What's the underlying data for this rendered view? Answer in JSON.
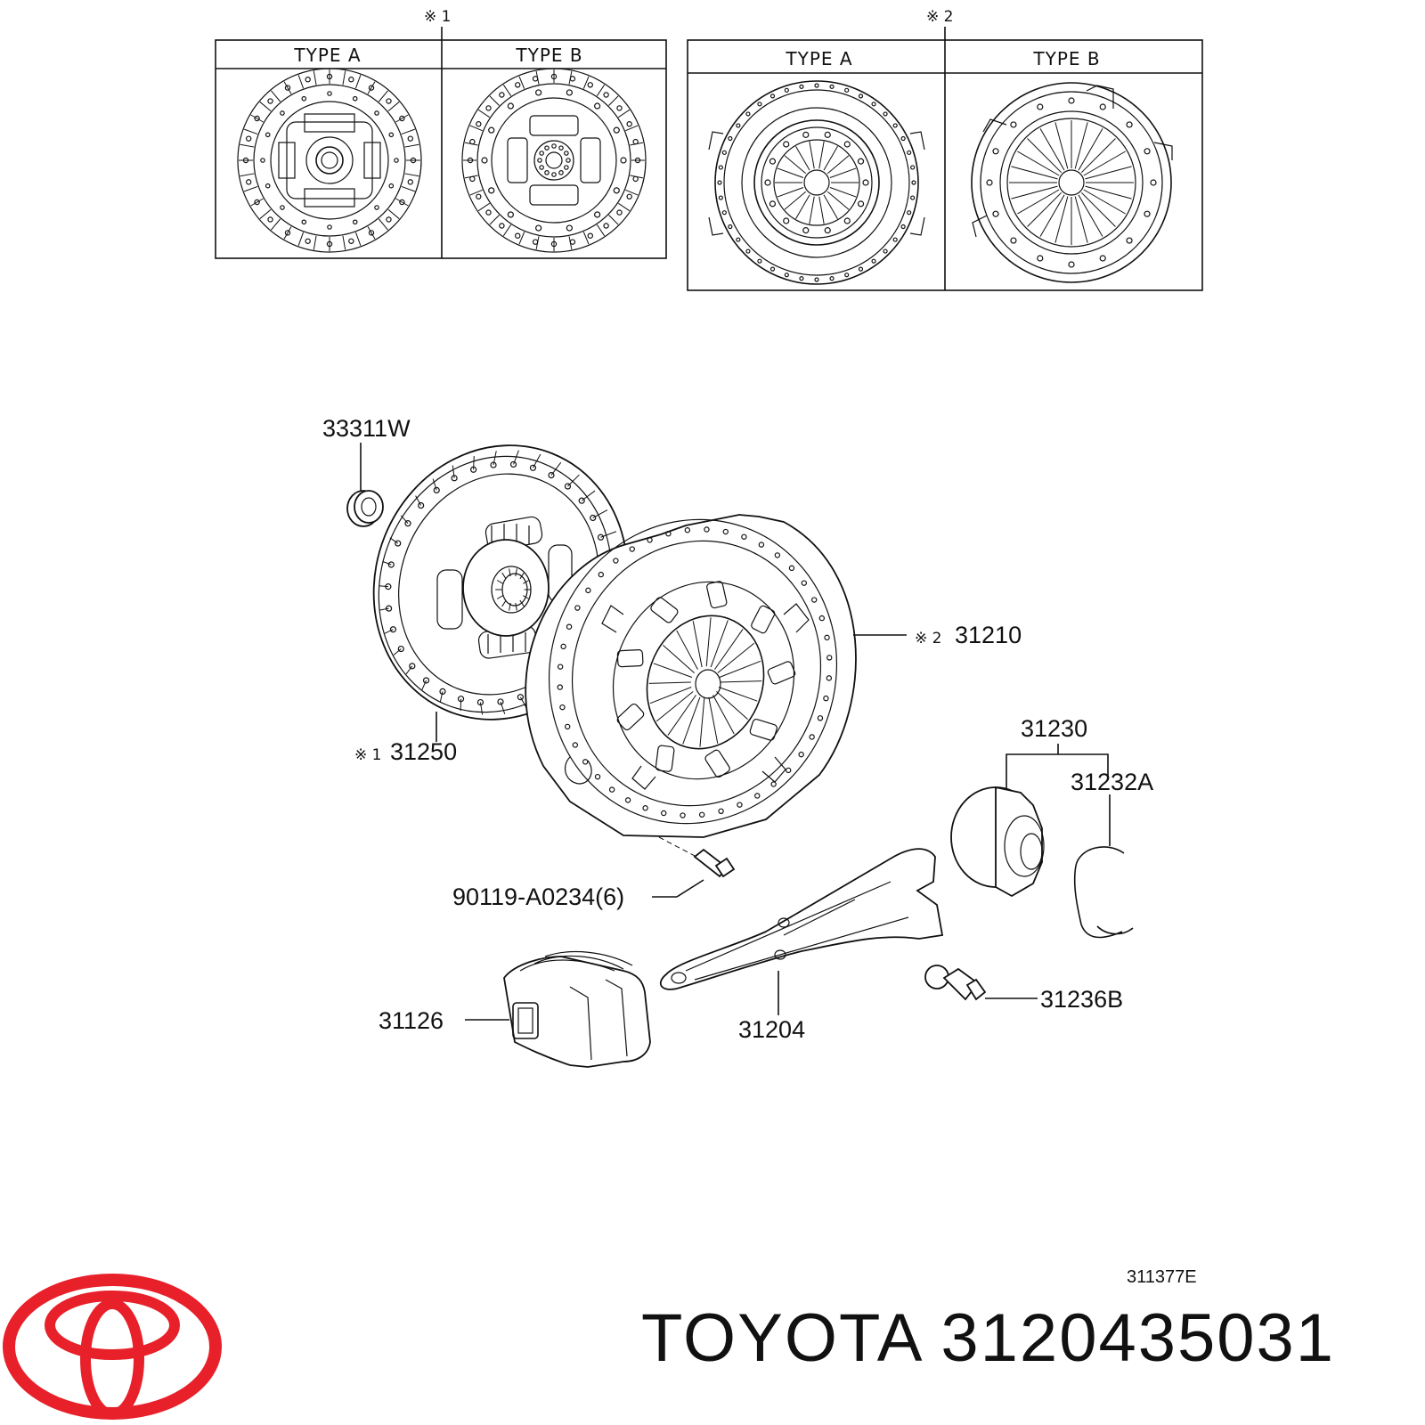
{
  "references": {
    "ref1": "※ 1",
    "ref2": "※ 2",
    "ref1_short": "※ 1",
    "ref2_short": "※ 2"
  },
  "type_tables": {
    "table1": {
      "col_a": "TYPE  A",
      "col_b": "TYPE  B"
    },
    "table2": {
      "col_a": "TYPE  A",
      "col_b": "TYPE  B"
    }
  },
  "parts": {
    "pilot_bearing": "33311W",
    "clutch_disc": "31250",
    "clutch_cover": "31210",
    "bolt": "90119-A0234(6)",
    "release_bearing": "31230",
    "hub_clip": "31232A",
    "boot": "31126",
    "release_fork": "31204",
    "fork_support": "31236B"
  },
  "diagram_code": "311377E",
  "caption": {
    "brand": "TOYOTA",
    "part_number": "3120435031"
  },
  "colors": {
    "logo_red": "#e8202a",
    "line": "#111111"
  },
  "icons": {
    "logo": "toyota-logo-icon"
  }
}
